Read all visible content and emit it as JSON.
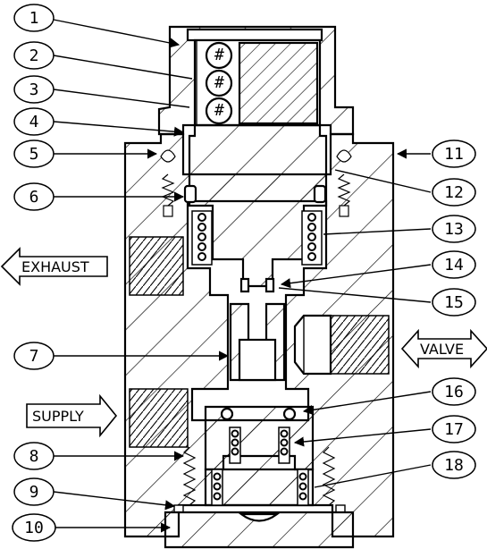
{
  "callouts_left": [
    "1",
    "2",
    "3",
    "4",
    "5",
    "6",
    "7",
    "8",
    "9",
    "10"
  ],
  "callouts_right": [
    "11",
    "12",
    "13",
    "14",
    "15",
    "16",
    "17",
    "18"
  ],
  "ports": {
    "exhaust": "EXHAUST",
    "valve": "VALVE",
    "supply": "SUPPLY"
  },
  "ball_marks": [
    "#",
    "#",
    "#"
  ]
}
